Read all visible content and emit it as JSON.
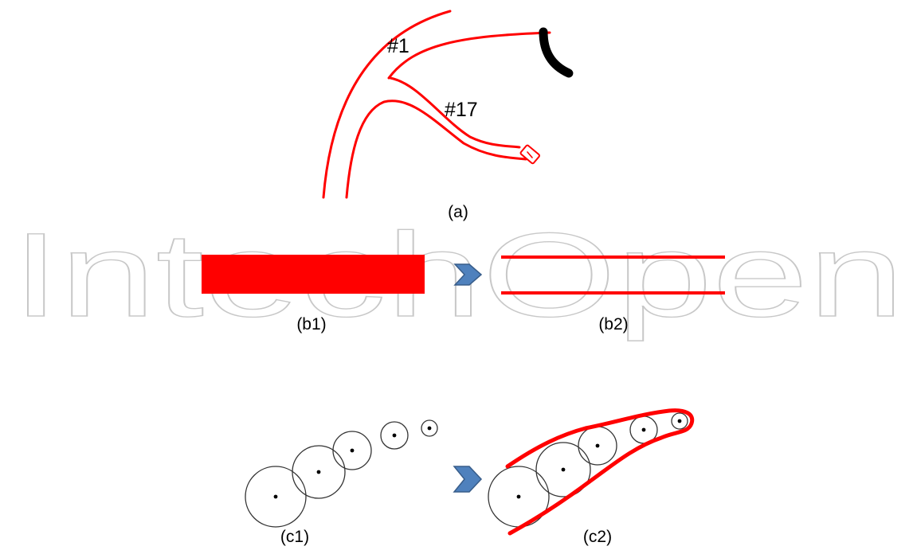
{
  "watermark": "IntechOpen",
  "colors": {
    "vessel": "#ff0000",
    "arrow": "#4f81bd",
    "arrow_edge": "#385d8a",
    "circle": "#333333",
    "catheter": "#000000"
  },
  "panel_a": {
    "caption": "(a)",
    "vessel_labels": [
      "#1",
      "#17"
    ]
  },
  "panel_b": {
    "captions": [
      "(b1)",
      "(b2)"
    ]
  },
  "panel_c": {
    "captions": [
      "(c1)",
      "(c2)"
    ],
    "circle_count": 5
  }
}
